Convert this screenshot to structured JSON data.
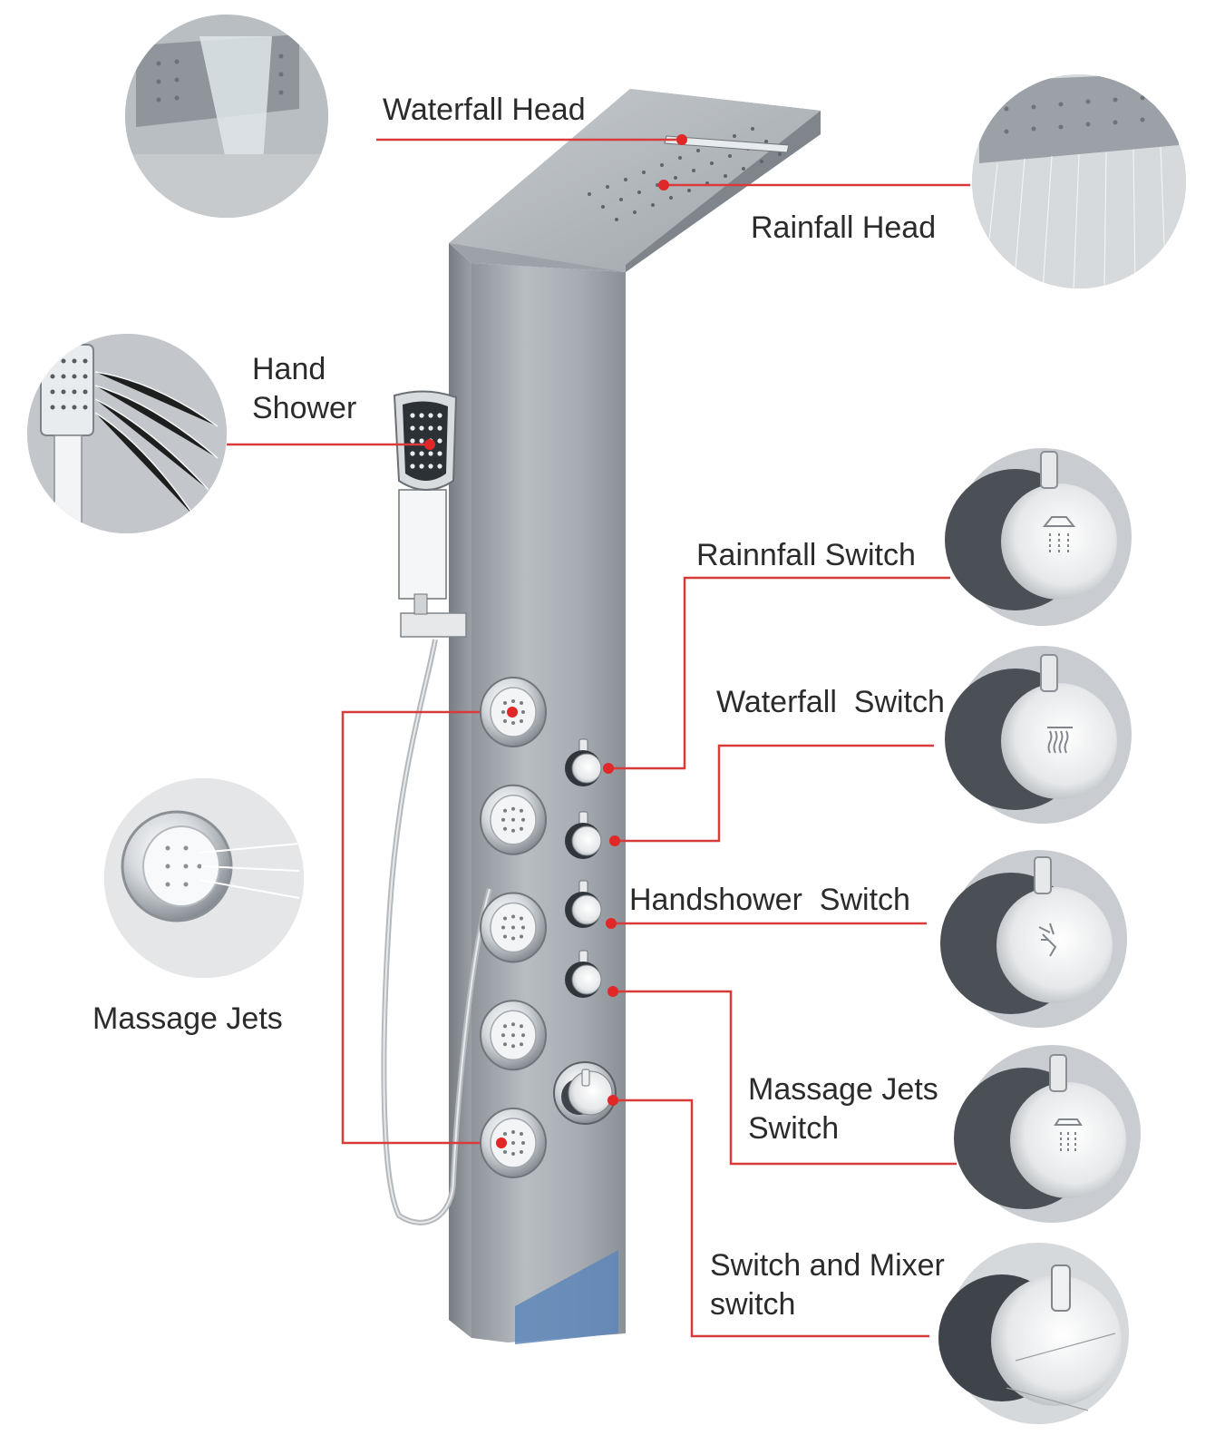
{
  "labels": {
    "waterfall_head": "Waterfall Head",
    "rainfall_head": "Rainfall Head",
    "hand_shower": [
      "Hand",
      "Shower"
    ],
    "rainfall_switch": "Rainnfall Switch",
    "waterfall_switch": "Waterfall  Switch",
    "handshower_switch": "Handshower  Switch",
    "massage_jets": "Massage Jets",
    "massage_jets_switch": [
      "Massage Jets",
      "Switch"
    ],
    "switch_and_mixer": [
      "Switch and Mixer",
      "switch"
    ]
  },
  "panel": {
    "massage_jet_count": 5,
    "valve_knob_count": 4,
    "mixer_knob_count": 1
  },
  "colors": {
    "leader_line": "#d93a3a",
    "label_text": "#2b2b2b",
    "panel_steel": "#a7adb3"
  }
}
